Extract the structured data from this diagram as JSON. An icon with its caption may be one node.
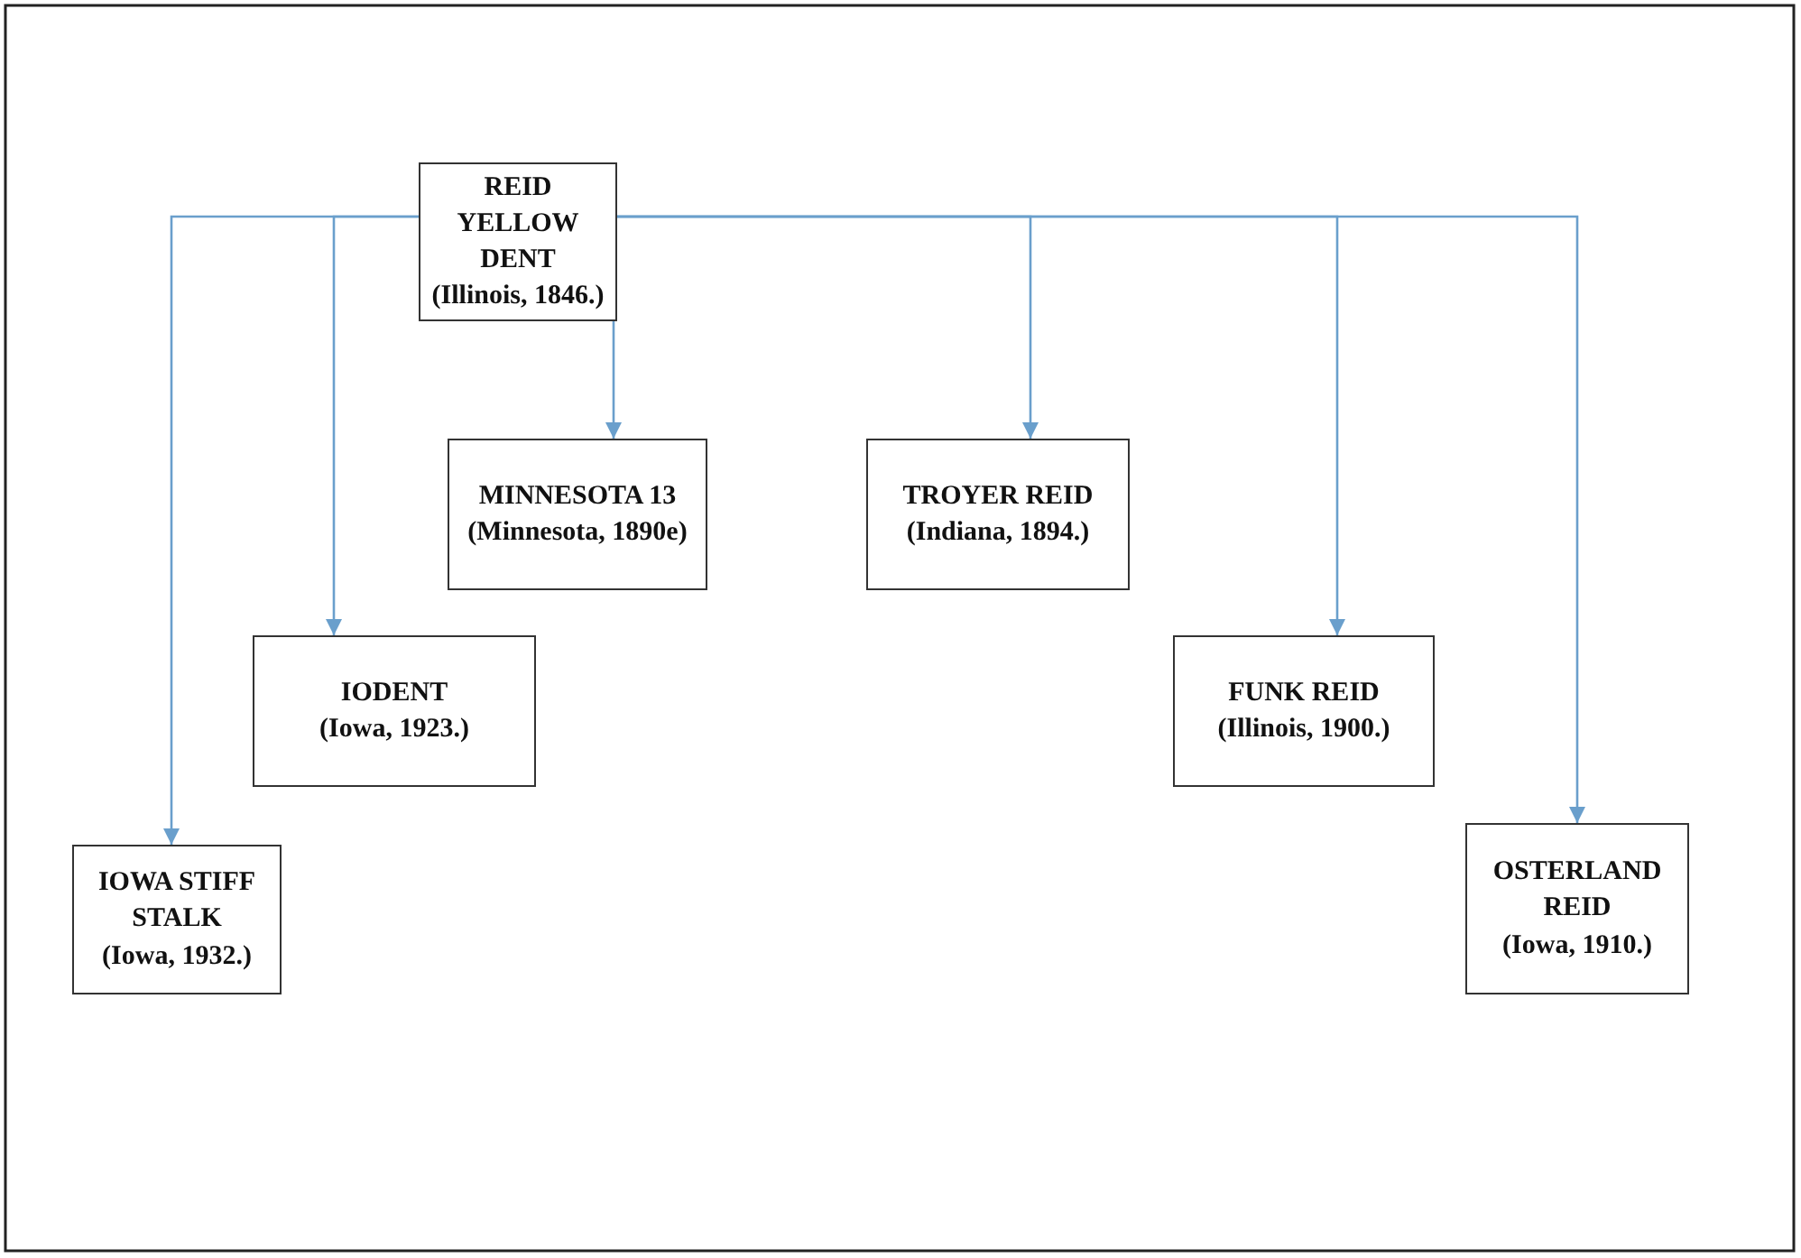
{
  "diagram": {
    "nodes": [
      {
        "text": [
          "REID YELLOW DENT",
          "(Illinois, 1846.)"
        ]
      },
      {
        "text": [
          "MINNESOTA 13",
          "(Minnesota, 1890e)"
        ]
      },
      {
        "text": [
          "TROYER REID",
          "(Indiana, 1894.)"
        ]
      },
      {
        "text": [
          "IODENT",
          "(Iowa, 1923.)"
        ]
      },
      {
        "text": [
          "FUNK REID",
          "(Illinois, 1900.)"
        ]
      },
      {
        "text": [
          "IOWA STIFF STALK",
          "(Iowa, 1932.)"
        ]
      },
      {
        "text": [
          "OSTERLAND REID",
          "(Iowa, 1910.)"
        ]
      }
    ],
    "edges": [
      {
        "from": 0,
        "to": 1,
        "arrow": "to"
      },
      {
        "from": 0,
        "to": 2,
        "arrow": "to"
      },
      {
        "from": 0,
        "to": 3,
        "arrow": "to"
      },
      {
        "from": 0,
        "to": 4,
        "arrow": "to"
      },
      {
        "from": 0,
        "to": 5,
        "arrow": "to"
      },
      {
        "from": 0,
        "to": 6,
        "arrow": "to"
      }
    ]
  }
}
